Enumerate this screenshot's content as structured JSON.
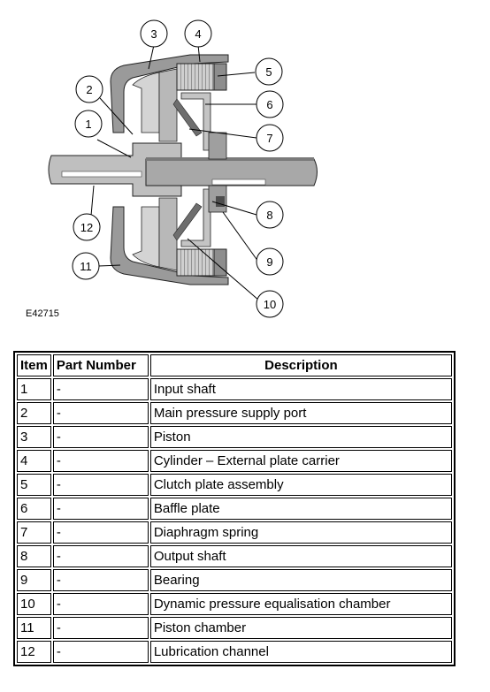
{
  "figure": {
    "code": "E42715",
    "callouts": [
      "1",
      "2",
      "3",
      "4",
      "5",
      "6",
      "7",
      "8",
      "9",
      "10",
      "11",
      "12"
    ]
  },
  "table": {
    "headers": {
      "item": "Item",
      "part_number": "Part Number",
      "description": "Description"
    },
    "rows": [
      {
        "item": "1",
        "part_number": "-",
        "description": "Input shaft"
      },
      {
        "item": "2",
        "part_number": "-",
        "description": "Main pressure supply port"
      },
      {
        "item": "3",
        "part_number": "-",
        "description": "Piston"
      },
      {
        "item": "4",
        "part_number": "-",
        "description": "Cylinder – External plate carrier"
      },
      {
        "item": "5",
        "part_number": "-",
        "description": "Clutch plate assembly"
      },
      {
        "item": "6",
        "part_number": "-",
        "description": "Baffle plate"
      },
      {
        "item": "7",
        "part_number": "-",
        "description": "Diaphragm spring"
      },
      {
        "item": "8",
        "part_number": "-",
        "description": "Output shaft"
      },
      {
        "item": "9",
        "part_number": "-",
        "description": "Bearing"
      },
      {
        "item": "10",
        "part_number": "-",
        "description": "Dynamic pressure equalisation chamber"
      },
      {
        "item": "11",
        "part_number": "-",
        "description": "Piston chamber"
      },
      {
        "item": "12",
        "part_number": "-",
        "description": "Lubrication channel"
      }
    ]
  }
}
